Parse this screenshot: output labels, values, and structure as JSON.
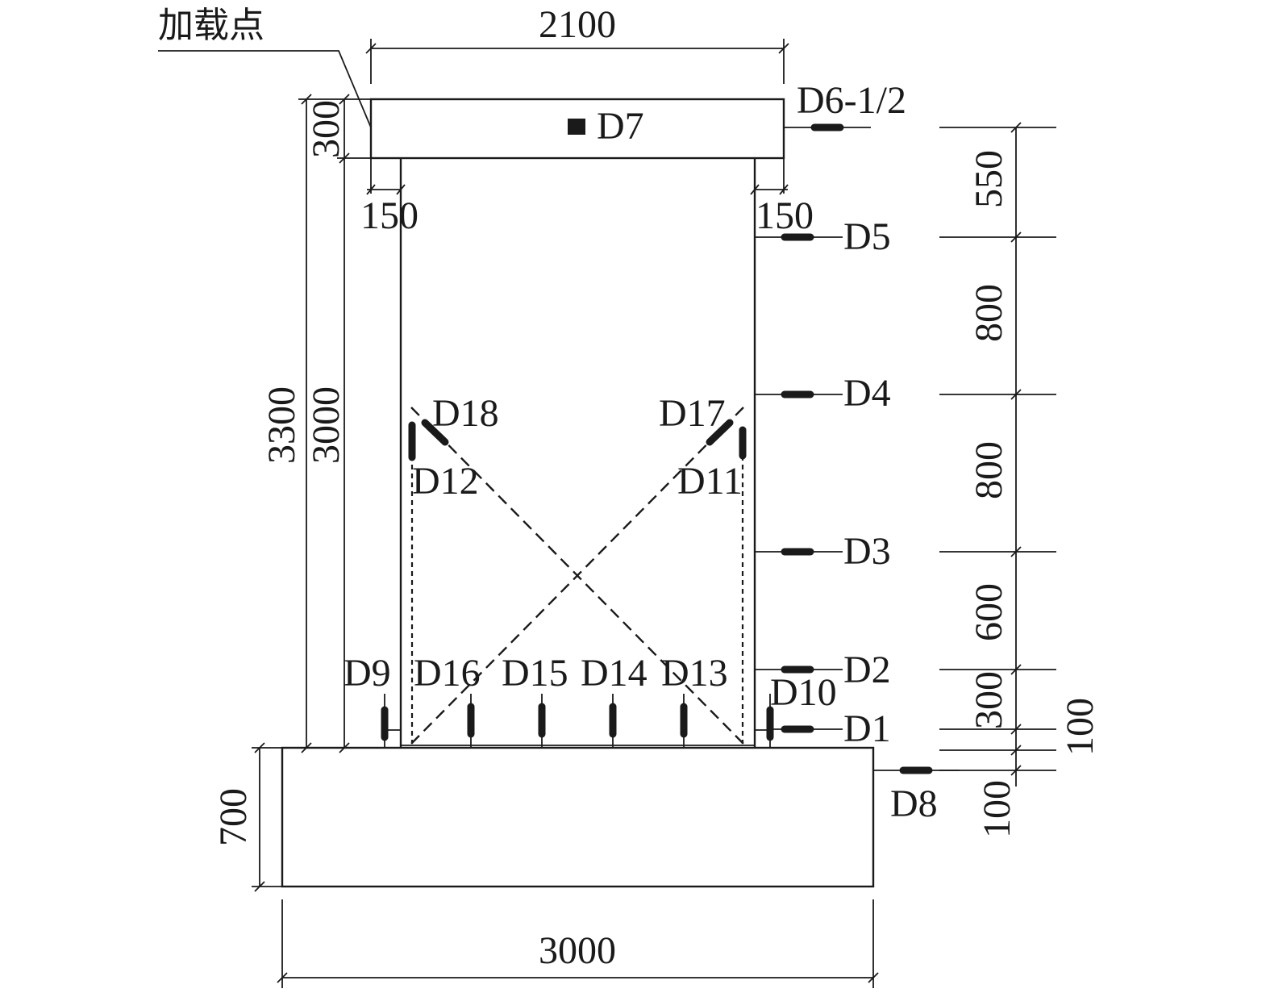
{
  "loading_point_label": "加载点",
  "dims": {
    "beam_width": "2100",
    "beam_height": "300",
    "wall_height_total": "3300",
    "wall_height": "3000",
    "flange_left": "150",
    "flange_right": "150",
    "foundation_width": "3000",
    "foundation_height": "700",
    "right_550": "550",
    "right_800a": "800",
    "right_800b": "800",
    "right_600": "600",
    "right_300": "300",
    "right_100a": "100",
    "right_100b": "100"
  },
  "sensors": {
    "d1": "D1",
    "d2": "D2",
    "d3": "D3",
    "d4": "D4",
    "d5": "D5",
    "d6": "D6-1/2",
    "d7": "D7",
    "d8": "D8",
    "d9": "D9",
    "d10": "D10",
    "d11": "D11",
    "d12": "D12",
    "d13": "D13",
    "d14": "D14",
    "d15": "D15",
    "d16": "D16",
    "d17": "D17",
    "d18": "D18"
  }
}
